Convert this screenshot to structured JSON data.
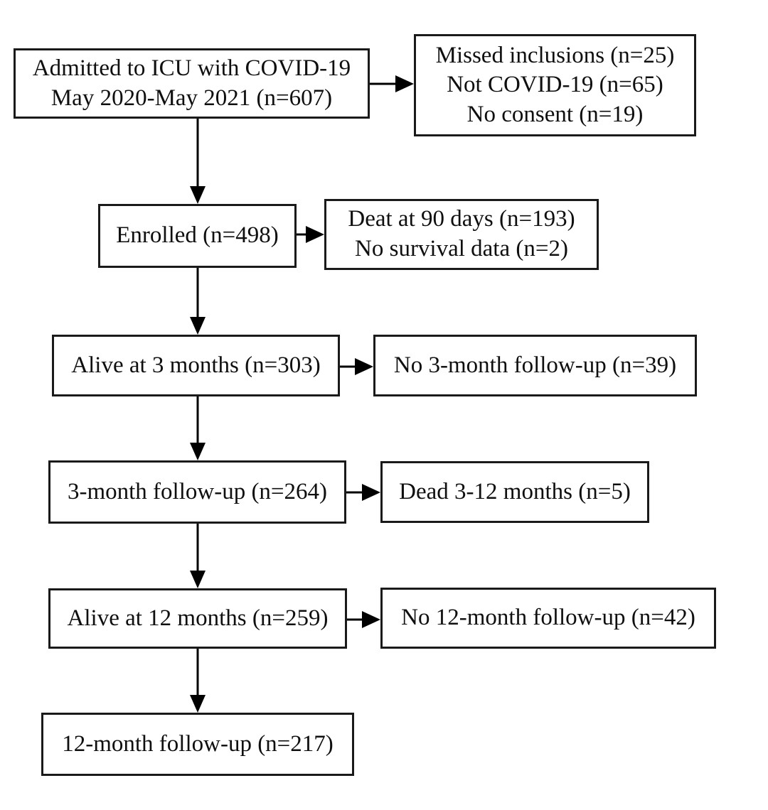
{
  "flow": {
    "type": "flowchart",
    "colors": {
      "border": "#1a1a1a",
      "text": "#0f0f0f",
      "background": "#ffffff",
      "arrow": "#000000"
    },
    "main_boxes": [
      {
        "name": "admitted-icu",
        "lines": [
          "Admitted to ICU with COVID-19",
          "May 2020-May 2021 (n=607)"
        ]
      },
      {
        "name": "enrolled",
        "lines": [
          "Enrolled (n=498)"
        ]
      },
      {
        "name": "alive-3-months",
        "lines": [
          "Alive at 3 months (n=303)"
        ]
      },
      {
        "name": "3-month-follow-up",
        "lines": [
          "3-month follow-up (n=264)"
        ]
      },
      {
        "name": "alive-12-months",
        "lines": [
          "Alive at 12 months (n=259)"
        ]
      },
      {
        "name": "12-month-follow-up",
        "lines": [
          "12-month follow-up (n=217)"
        ]
      }
    ],
    "side_boxes": [
      {
        "name": "exclusions",
        "lines": [
          "Missed inclusions (n=25)",
          "Not COVID-19 (n=65)",
          "No consent (n=19)"
        ]
      },
      {
        "name": "dead-at-90-days",
        "lines": [
          "Deat at 90 days (n=193)",
          "No survival data (n=2)"
        ]
      },
      {
        "name": "no-3-month-follow-up",
        "lines": [
          "No 3-month follow-up (n=39)"
        ]
      },
      {
        "name": "dead-3-12-months",
        "lines": [
          "Dead 3-12 months (n=5)"
        ]
      },
      {
        "name": "no-12-month-follow-up",
        "lines": [
          "No 12-month follow-up (n=42)"
        ]
      }
    ]
  }
}
